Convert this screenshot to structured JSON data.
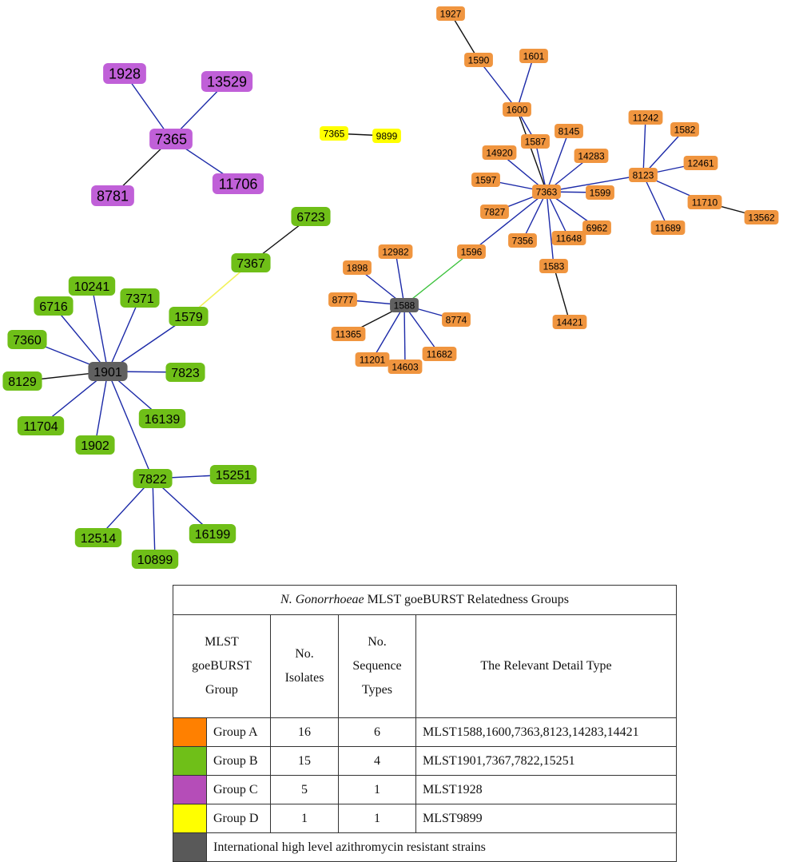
{
  "colors": {
    "orange": "#f0953f",
    "green": "#6fbf18",
    "purple": "#c060d8",
    "yellow": "#ffff00",
    "gray": "#606060",
    "edge_blue": "#1c2aa8",
    "edge_black": "#111111",
    "edge_green": "#3cc23c",
    "edge_yellow": "#f2f25a",
    "swatch_orange": "#ff8000",
    "swatch_green": "#6fbf18",
    "swatch_purple": "#b54db8",
    "swatch_yellow": "#ffff00",
    "swatch_gray": "#595959"
  },
  "graph": {
    "nodes": [
      {
        "id": "p7365",
        "label": "7365",
        "group": "C"
      },
      {
        "id": "p1928",
        "label": "1928",
        "group": "C"
      },
      {
        "id": "p13529",
        "label": "13529",
        "group": "C"
      },
      {
        "id": "p8781",
        "label": "8781",
        "group": "C"
      },
      {
        "id": "p11706",
        "label": "11706",
        "group": "C"
      },
      {
        "id": "y7365",
        "label": "7365",
        "group": "D"
      },
      {
        "id": "y9899",
        "label": "9899",
        "group": "D"
      },
      {
        "id": "g1901",
        "label": "1901",
        "group": "AZR"
      },
      {
        "id": "g6723",
        "label": "6723",
        "group": "B"
      },
      {
        "id": "g7367",
        "label": "7367",
        "group": "B"
      },
      {
        "id": "g1579",
        "label": "1579",
        "group": "B"
      },
      {
        "id": "g10241",
        "label": "10241",
        "group": "B"
      },
      {
        "id": "g6716",
        "label": "6716",
        "group": "B"
      },
      {
        "id": "g7371",
        "label": "7371",
        "group": "B"
      },
      {
        "id": "g7360",
        "label": "7360",
        "group": "B"
      },
      {
        "id": "g8129",
        "label": "8129",
        "group": "B"
      },
      {
        "id": "g7823",
        "label": "7823",
        "group": "B"
      },
      {
        "id": "g11704",
        "label": "11704",
        "group": "B"
      },
      {
        "id": "g16139",
        "label": "16139",
        "group": "B"
      },
      {
        "id": "g1902",
        "label": "1902",
        "group": "B"
      },
      {
        "id": "g7822",
        "label": "7822",
        "group": "B"
      },
      {
        "id": "g15251",
        "label": "15251",
        "group": "B"
      },
      {
        "id": "g12514",
        "label": "12514",
        "group": "B"
      },
      {
        "id": "g16199",
        "label": "16199",
        "group": "B"
      },
      {
        "id": "g10899",
        "label": "10899",
        "group": "B"
      },
      {
        "id": "o1927",
        "label": "1927",
        "group": "A"
      },
      {
        "id": "o1590",
        "label": "1590",
        "group": "A"
      },
      {
        "id": "o1601",
        "label": "1601",
        "group": "A"
      },
      {
        "id": "o1600",
        "label": "1600",
        "group": "A"
      },
      {
        "id": "o1587",
        "label": "1587",
        "group": "A"
      },
      {
        "id": "o8145",
        "label": "8145",
        "group": "A"
      },
      {
        "id": "o14920",
        "label": "14920",
        "group": "A"
      },
      {
        "id": "o14283",
        "label": "14283",
        "group": "A"
      },
      {
        "id": "o1597",
        "label": "1597",
        "group": "A"
      },
      {
        "id": "o7363",
        "label": "7363",
        "group": "A"
      },
      {
        "id": "o1599",
        "label": "1599",
        "group": "A"
      },
      {
        "id": "o7827",
        "label": "7827",
        "group": "A"
      },
      {
        "id": "o6962",
        "label": "6962",
        "group": "A"
      },
      {
        "id": "o7356",
        "label": "7356",
        "group": "A"
      },
      {
        "id": "o11648",
        "label": "11648",
        "group": "A"
      },
      {
        "id": "o1583",
        "label": "1583",
        "group": "A"
      },
      {
        "id": "o14421",
        "label": "14421",
        "group": "A"
      },
      {
        "id": "o1596",
        "label": "1596",
        "group": "A"
      },
      {
        "id": "o12982",
        "label": "12982",
        "group": "A"
      },
      {
        "id": "o1898",
        "label": "1898",
        "group": "A"
      },
      {
        "id": "o1588",
        "label": "1588",
        "group": "AZR"
      },
      {
        "id": "o8777",
        "label": "8777",
        "group": "A"
      },
      {
        "id": "o8774",
        "label": "8774",
        "group": "A"
      },
      {
        "id": "o11365",
        "label": "11365",
        "group": "A"
      },
      {
        "id": "o11201",
        "label": "11201",
        "group": "A"
      },
      {
        "id": "o14603",
        "label": "14603",
        "group": "A"
      },
      {
        "id": "o11682",
        "label": "11682",
        "group": "A"
      },
      {
        "id": "o11242",
        "label": "11242",
        "group": "A"
      },
      {
        "id": "o1582",
        "label": "1582",
        "group": "A"
      },
      {
        "id": "o8123",
        "label": "8123",
        "group": "A"
      },
      {
        "id": "o12461",
        "label": "12461",
        "group": "A"
      },
      {
        "id": "o11710",
        "label": "11710",
        "group": "A"
      },
      {
        "id": "o13562",
        "label": "13562",
        "group": "A"
      },
      {
        "id": "o11689",
        "label": "11689",
        "group": "A"
      }
    ],
    "edges": [
      {
        "from": "p7365",
        "to": "p1928",
        "color": "blue"
      },
      {
        "from": "p7365",
        "to": "p13529",
        "color": "blue"
      },
      {
        "from": "p7365",
        "to": "p8781",
        "color": "black"
      },
      {
        "from": "p7365",
        "to": "p11706",
        "color": "blue"
      },
      {
        "from": "y7365",
        "to": "y9899",
        "color": "black"
      },
      {
        "from": "g1901",
        "to": "g10241",
        "color": "blue"
      },
      {
        "from": "g1901",
        "to": "g6716",
        "color": "blue"
      },
      {
        "from": "g1901",
        "to": "g7371",
        "color": "blue"
      },
      {
        "from": "g1901",
        "to": "g7360",
        "color": "blue"
      },
      {
        "from": "g1901",
        "to": "g8129",
        "color": "black"
      },
      {
        "from": "g1901",
        "to": "g7823",
        "color": "blue"
      },
      {
        "from": "g1901",
        "to": "g11704",
        "color": "blue"
      },
      {
        "from": "g1901",
        "to": "g16139",
        "color": "blue"
      },
      {
        "from": "g1901",
        "to": "g1902",
        "color": "blue"
      },
      {
        "from": "g1901",
        "to": "g7822",
        "color": "blue"
      },
      {
        "from": "g1901",
        "to": "g1579",
        "color": "blue"
      },
      {
        "from": "g1579",
        "to": "g7367",
        "color": "yellow"
      },
      {
        "from": "g7367",
        "to": "g6723",
        "color": "black"
      },
      {
        "from": "g7822",
        "to": "g15251",
        "color": "blue"
      },
      {
        "from": "g7822",
        "to": "g12514",
        "color": "blue"
      },
      {
        "from": "g7822",
        "to": "g16199",
        "color": "blue"
      },
      {
        "from": "g7822",
        "to": "g10899",
        "color": "blue"
      },
      {
        "from": "o1927",
        "to": "o1590",
        "color": "black"
      },
      {
        "from": "o1590",
        "to": "o1600",
        "color": "blue"
      },
      {
        "from": "o1601",
        "to": "o1600",
        "color": "blue"
      },
      {
        "from": "o1600",
        "to": "o1587",
        "color": "blue"
      },
      {
        "from": "o1600",
        "to": "o7363",
        "color": "black"
      },
      {
        "from": "o7363",
        "to": "o1587",
        "color": "blue"
      },
      {
        "from": "o7363",
        "to": "o8145",
        "color": "blue"
      },
      {
        "from": "o7363",
        "to": "o14920",
        "color": "blue"
      },
      {
        "from": "o7363",
        "to": "o14283",
        "color": "blue"
      },
      {
        "from": "o7363",
        "to": "o1597",
        "color": "blue"
      },
      {
        "from": "o7363",
        "to": "o1599",
        "color": "blue"
      },
      {
        "from": "o7363",
        "to": "o7827",
        "color": "blue"
      },
      {
        "from": "o7363",
        "to": "o6962",
        "color": "blue"
      },
      {
        "from": "o7363",
        "to": "o7356",
        "color": "blue"
      },
      {
        "from": "o7363",
        "to": "o11648",
        "color": "blue"
      },
      {
        "from": "o7363",
        "to": "o1583",
        "color": "blue"
      },
      {
        "from": "o7363",
        "to": "o1596",
        "color": "blue"
      },
      {
        "from": "o7363",
        "to": "o8123",
        "color": "blue"
      },
      {
        "from": "o1583",
        "to": "o14421",
        "color": "black"
      },
      {
        "from": "o1596",
        "to": "o1588",
        "color": "green"
      },
      {
        "from": "o1588",
        "to": "o12982",
        "color": "blue"
      },
      {
        "from": "o1588",
        "to": "o1898",
        "color": "blue"
      },
      {
        "from": "o1588",
        "to": "o8777",
        "color": "blue"
      },
      {
        "from": "o1588",
        "to": "o8774",
        "color": "blue"
      },
      {
        "from": "o1588",
        "to": "o11365",
        "color": "black"
      },
      {
        "from": "o1588",
        "to": "o11201",
        "color": "blue"
      },
      {
        "from": "o1588",
        "to": "o14603",
        "color": "blue"
      },
      {
        "from": "o1588",
        "to": "o11682",
        "color": "blue"
      },
      {
        "from": "o8123",
        "to": "o11242",
        "color": "blue"
      },
      {
        "from": "o8123",
        "to": "o1582",
        "color": "blue"
      },
      {
        "from": "o8123",
        "to": "o12461",
        "color": "blue"
      },
      {
        "from": "o8123",
        "to": "o11710",
        "color": "blue"
      },
      {
        "from": "o8123",
        "to": "o11689",
        "color": "blue"
      },
      {
        "from": "o11710",
        "to": "o13562",
        "color": "black"
      }
    ]
  },
  "legend": {
    "title_italic": "N. Gonorrhoeae",
    "title_rest": " MLST goeBURST Relatedness Groups",
    "headers": {
      "group_line1": "MLST",
      "group_line2": "goeBURST",
      "group_line3": "Group",
      "isolates_line1": "No.",
      "isolates_line2": "Isolates",
      "seqtypes_line1": "No.",
      "seqtypes_line2": "Sequence",
      "seqtypes_line3": "Types",
      "detail": "The Relevant Detail Type"
    },
    "rows": [
      {
        "swatch": "orange",
        "name": "Group A",
        "isolates": "16",
        "seq_types": "6",
        "detail": "MLST1588,1600,7363,8123,14283,14421"
      },
      {
        "swatch": "green",
        "name": "Group B",
        "isolates": "15",
        "seq_types": "4",
        "detail": "MLST1901,7367,7822,15251"
      },
      {
        "swatch": "purple",
        "name": "Group C",
        "isolates": "5",
        "seq_types": "1",
        "detail": "MLST1928"
      },
      {
        "swatch": "yellow",
        "name": "Group D",
        "isolates": "1",
        "seq_types": "1",
        "detail": "MLST9899"
      }
    ],
    "note_swatch": "gray",
    "note": "International high level azithromycin resistant strains"
  }
}
